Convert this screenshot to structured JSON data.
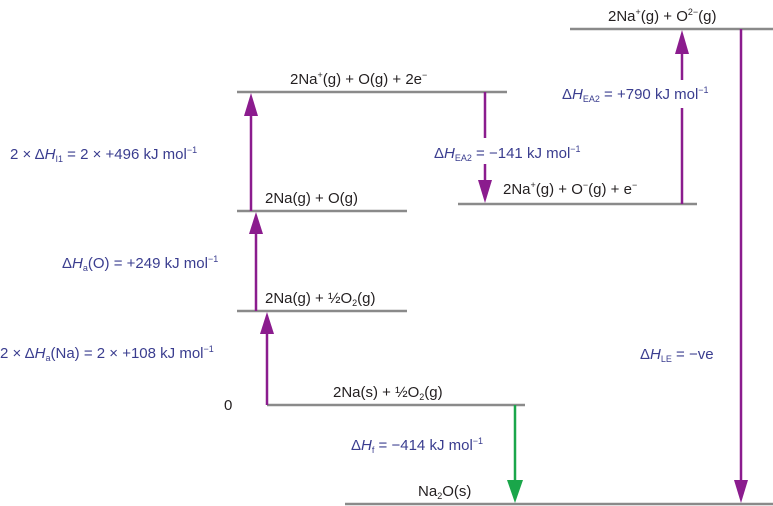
{
  "diagram": {
    "type": "Born-Haber cycle",
    "compound": "Na2O",
    "colors": {
      "level_line": "#8a8a8a",
      "level_text": "#231f20",
      "annotation_text": "#3a3d8f",
      "arrow_purple": "#8b1c8e",
      "arrow_green": "#1aa64a"
    },
    "zero_label": "0",
    "levels": [
      {
        "id": "top",
        "species": "2Na⁺(g) + O²⁻(g)"
      },
      {
        "id": "ionised",
        "species": "2Na⁺(g) + O(g) + 2e⁻"
      },
      {
        "id": "atoms",
        "species": "2Na(g) + O(g)"
      },
      {
        "id": "ea1",
        "species": "2Na⁺(g) + O⁻(g) + e⁻"
      },
      {
        "id": "na-atomised",
        "species": "2Na(g) + ½O₂(g)"
      },
      {
        "id": "elements",
        "species": "2Na(s) + ½O₂(g)"
      },
      {
        "id": "product",
        "species": "Na₂O(s)"
      }
    ],
    "steps": [
      {
        "name": "atomisation-na",
        "label": "2 × ΔHa(Na) = 2 × +108 kJ mol⁻¹",
        "value_kj": 216,
        "direction": "up"
      },
      {
        "name": "atomisation-o",
        "label": "ΔHa(O) = +249 kJ mol⁻¹",
        "value_kj": 249,
        "direction": "up"
      },
      {
        "name": "ionisation-na",
        "label": "2 × ΔHI1 = 2 × +496 kJ mol⁻¹",
        "value_kj": 992,
        "direction": "up"
      },
      {
        "name": "electron-affinity-1",
        "label": "ΔHEA2 = −141 kJ mol⁻¹",
        "value_kj": -141,
        "direction": "down"
      },
      {
        "name": "electron-affinity-2",
        "label": "ΔHEA2 = +790 kJ mol⁻¹",
        "value_kj": 790,
        "direction": "up"
      },
      {
        "name": "lattice-energy",
        "label": "ΔHLE = −ve",
        "value_kj": null,
        "direction": "down"
      },
      {
        "name": "formation",
        "label": "ΔHf = −414 kJ mol⁻¹",
        "value_kj": -414,
        "direction": "down"
      }
    ]
  },
  "text": {
    "l_top_a": "2Na",
    "l_top_b": "+",
    "l_top_c": "(g) + O",
    "l_top_d": "2−",
    "l_top_e": "(g)",
    "l_ion_a": "2Na",
    "l_ion_b": "+",
    "l_ion_c": "(g) + O(g) + 2e",
    "l_ion_d": "−",
    "l_atoms": "2Na(g) + O(g)",
    "l_ea1_a": "2Na",
    "l_ea1_b": "+",
    "l_ea1_c": "(g) + O",
    "l_ea1_d": "−",
    "l_ea1_e": "(g) + e",
    "l_ea1_f": "−",
    "l_naat_a": "2Na(g) + ½O",
    "l_naat_b": "2",
    "l_naat_c": "(g)",
    "l_el_a": "2Na(s) + ½O",
    "l_el_b": "2",
    "l_el_c": "(g)",
    "l_prod_a": "Na",
    "l_prod_b": "2",
    "l_prod_c": "O(s)",
    "zero": "0",
    "a_i1_a": "2 × Δ",
    "a_i1_b": "H",
    "a_i1_c": "I1",
    "a_i1_d": " = 2 × +496 kJ mol",
    "a_i1_e": "−1",
    "a_ao_a": "Δ",
    "a_ao_b": "H",
    "a_ao_c": "a",
    "a_ao_d": "(O) = +249 kJ mol",
    "a_ao_e": "−1",
    "a_ana_a": "2 × Δ",
    "a_ana_b": "H",
    "a_ana_c": "a",
    "a_ana_d": "(Na) = 2 × +108 kJ mol",
    "a_ana_e": "−1",
    "a_ea1_a": "Δ",
    "a_ea1_b": "H",
    "a_ea1_c": "EA2",
    "a_ea1_d": " = −141 kJ mol",
    "a_ea1_e": "−1",
    "a_ea2_a": "Δ",
    "a_ea2_b": "H",
    "a_ea2_c": "EA2",
    "a_ea2_d": " = +790 kJ mol",
    "a_ea2_e": "−1",
    "a_le_a": "Δ",
    "a_le_b": "H",
    "a_le_c": "LE",
    "a_le_d": " = −ve",
    "a_f_a": "Δ",
    "a_f_b": "H",
    "a_f_c": "f",
    "a_f_d": " = −414 kJ mol",
    "a_f_e": "−1"
  }
}
